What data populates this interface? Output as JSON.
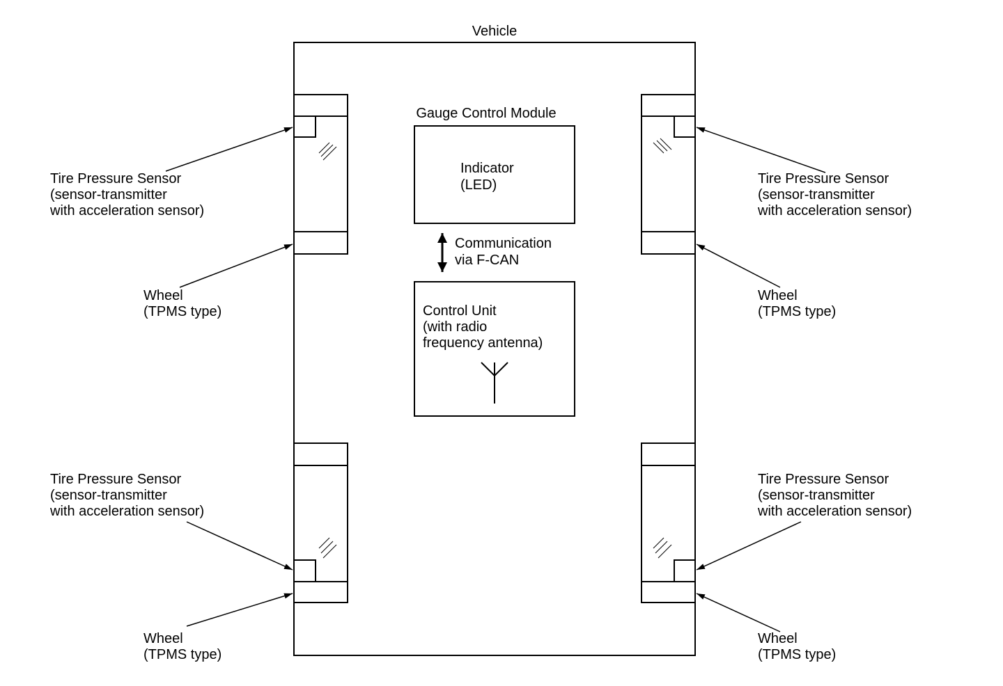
{
  "vehicle_label": "Vehicle",
  "gauge_module": {
    "title": "Gauge Control Module",
    "indicator_line1": "Indicator",
    "indicator_line2": "(LED)"
  },
  "communication": {
    "line1": "Communication",
    "line2": "via F-CAN"
  },
  "control_unit": {
    "line1": "Control Unit",
    "line2": "(with radio",
    "line3": "frequency antenna)"
  },
  "tire_sensor": {
    "line1": "Tire Pressure Sensor",
    "line2": "(sensor-transmitter",
    "line3": "with acceleration sensor)"
  },
  "wheel": {
    "line1": "Wheel",
    "line2": "(TPMS type)"
  },
  "line_color": "#000000"
}
